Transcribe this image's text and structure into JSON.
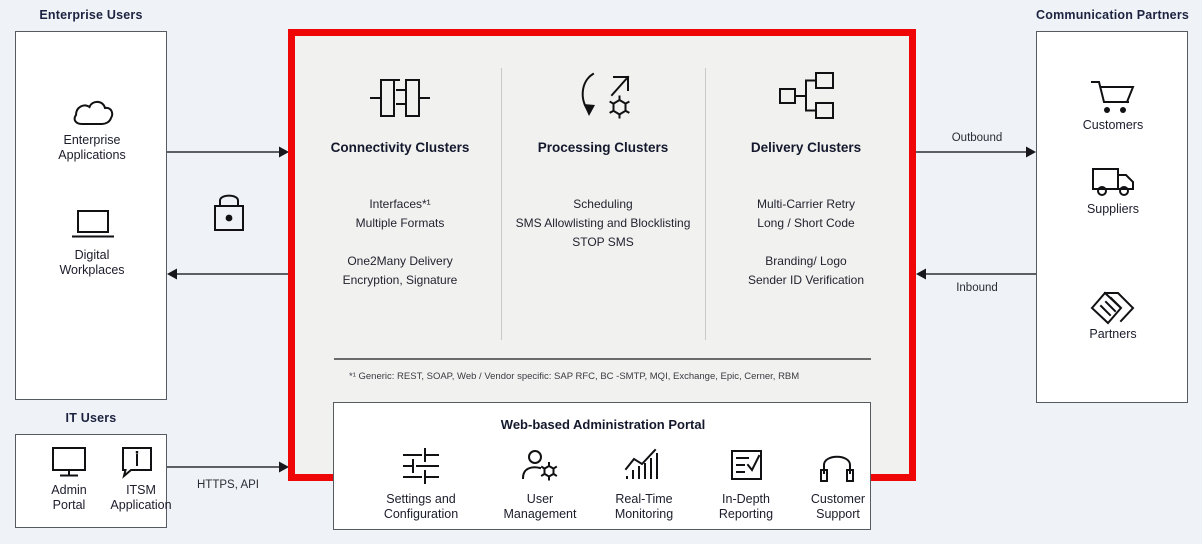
{
  "left_panel": {
    "title": "Enterprise Users",
    "items": [
      {
        "icon": "cloud-icon",
        "label_line1": "Enterprise",
        "label_line2": "Applications"
      },
      {
        "icon": "laptop-icon",
        "label_line1": "Digital",
        "label_line2": "Workplaces"
      }
    ]
  },
  "it_panel": {
    "title": "IT Users",
    "items": [
      {
        "icon": "monitor-icon",
        "label_line1": "Admin",
        "label_line2": "Portal"
      },
      {
        "icon": "info-bubble-icon",
        "label_line1": "ITSM",
        "label_line2": "Application"
      }
    ],
    "flow_label": "HTTPS, API"
  },
  "security": {
    "icon": "lock-icon"
  },
  "core": {
    "clusters": [
      {
        "icon": "connector-icon",
        "title": "Connectivity Clusters",
        "features_group1": [
          "Interfaces*¹",
          "Multiple Formats"
        ],
        "features_group2": [
          "One2Many Delivery",
          "Encryption, Signature"
        ]
      },
      {
        "icon": "process-cycle-icon",
        "title": "Processing Clusters",
        "features_group1": [
          "Scheduling",
          "SMS Allowlisting and Blocklisting",
          "STOP SMS"
        ],
        "features_group2": []
      },
      {
        "icon": "hierarchy-icon",
        "title": "Delivery Clusters",
        "features_group1": [
          "Multi-Carrier Retry",
          "Long / Short Code"
        ],
        "features_group2": [
          "Branding/ Logo",
          "Sender ID Verification"
        ]
      }
    ],
    "footnote": "*¹ Generic: REST, SOAP, Web / Vendor specific: SAP RFC, BC -SMTP, MQI, Exchange, Epic, Cerner, RBM"
  },
  "portal": {
    "title": "Web-based Administration Portal",
    "items": [
      {
        "icon": "sliders-icon",
        "label_line1": "Settings and",
        "label_line2": "Configuration"
      },
      {
        "icon": "user-gear-icon",
        "label_line1": "User",
        "label_line2": "Management"
      },
      {
        "icon": "chart-line-icon",
        "label_line1": "Real-Time",
        "label_line2": "Monitoring"
      },
      {
        "icon": "checklist-icon",
        "label_line1": "In-Depth",
        "label_line2": "Reporting"
      },
      {
        "icon": "headset-icon",
        "label_line1": "Customer",
        "label_line2": "Support"
      }
    ]
  },
  "right_panel": {
    "title": "Communication Partners",
    "items": [
      {
        "icon": "cart-icon",
        "label": "Customers"
      },
      {
        "icon": "truck-icon",
        "label": "Suppliers"
      },
      {
        "icon": "handshake-icon",
        "label": "Partners"
      }
    ],
    "flows": {
      "outbound": "Outbound",
      "inbound": "Inbound"
    }
  },
  "colors": {
    "background": "#eff3f7",
    "accent_red": "#ef0707",
    "core_fill": "#f1f1f0",
    "box_border": "#555b60",
    "stroke": "#111114"
  }
}
